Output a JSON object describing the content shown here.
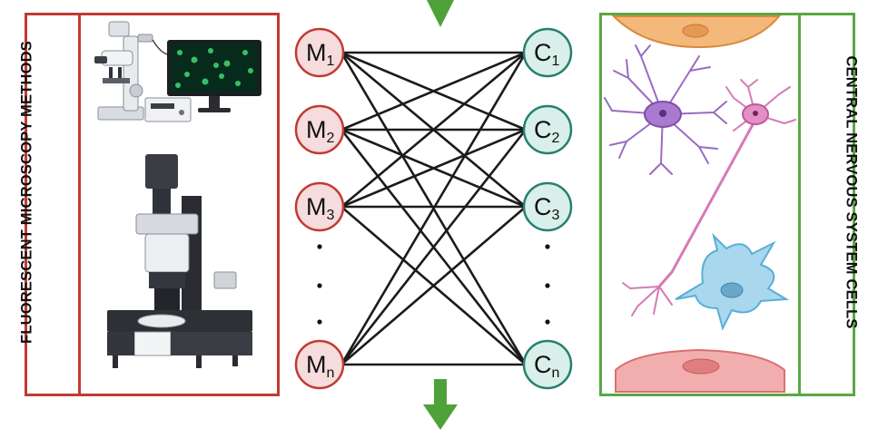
{
  "left_panel": {
    "label": "FLUORESCENT MICROSCOPY METHODS",
    "border_color": "#c23a33",
    "illustrations": [
      "fluorescence-microscope-workstation-icon",
      "inverted-microscope-icon"
    ]
  },
  "right_panel": {
    "label": "CENTRAL NERVOUS SYSTEM CELLS",
    "border_color": "#5aa844",
    "illustrations": [
      "endothelial-cell-icon",
      "astrocyte-icon",
      "neuron-icon",
      "glial-cell-icon",
      "ependymal-cell-icon"
    ]
  },
  "methods": {
    "fill": "#f6dcdc",
    "stroke": "#c23a33",
    "nodes": [
      {
        "base": "M",
        "sub": "1"
      },
      {
        "base": "M",
        "sub": "2"
      },
      {
        "base": "M",
        "sub": "3"
      },
      {
        "base": "M",
        "sub": "n"
      }
    ]
  },
  "cells": {
    "fill": "#d9efe9",
    "stroke": "#27806e",
    "nodes": [
      {
        "base": "C",
        "sub": "1"
      },
      {
        "base": "C",
        "sub": "2"
      },
      {
        "base": "C",
        "sub": "3"
      },
      {
        "base": "C",
        "sub": "n"
      }
    ]
  },
  "arrow_color": "#4fa13a"
}
